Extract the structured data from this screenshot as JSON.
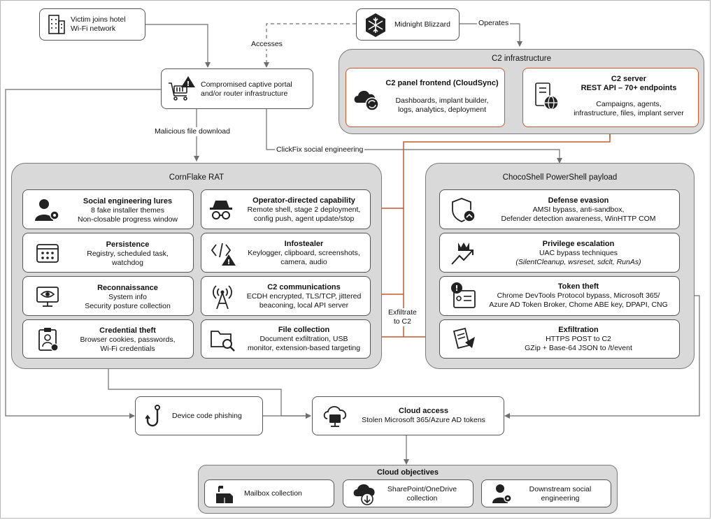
{
  "victim": {
    "line1": "Victim joins hotel",
    "line2": "Wi-Fi network"
  },
  "actor": {
    "name": "Midnight Blizzard"
  },
  "portal": {
    "line1": "Compromised captive portal",
    "line2": "and/or router infrastructure"
  },
  "edges": {
    "accesses": "Accesses",
    "operates": "Operates",
    "malicious_download": "Malicious file download",
    "clickfix": "ClickFix social engineering",
    "exfil_line1": "Exfiltrate",
    "exfil_line2": "to C2"
  },
  "c2infra": {
    "title": "C2 infrastructure",
    "panel": {
      "title": "C2 panel frontend (CloudSync)",
      "line1": "Dashboards, implant builder,",
      "line2": "logs, analytics, deployment"
    },
    "server": {
      "title1": "C2 server",
      "title2": "REST API – 70+ endpoints",
      "line1": "Campaigns, agents,",
      "line2": "infrastructure, files, implant server"
    }
  },
  "cornflake": {
    "title": "CornFlake RAT",
    "social": {
      "title": "Social engineering lures",
      "line1": "8 fake installer themes",
      "line2": "Non-closable progress window"
    },
    "persistence": {
      "title": "Persistence",
      "line1": "Registry, scheduled task,",
      "line2": "watchdog"
    },
    "recon": {
      "title": "Reconnaissance",
      "line1": "System info",
      "line2": "Security posture collection"
    },
    "credential": {
      "title": "Credential theft",
      "line1": "Browser cookies, passwords,",
      "line2": "Wi-Fi credentials"
    },
    "operator": {
      "title": "Operator-directed capability",
      "line1": "Remote shell, stage 2 deployment,",
      "line2": "config push, agent update/stop"
    },
    "infostealer": {
      "title": "Infostealer",
      "line1": "Keylogger, clipboard, screenshots,",
      "line2": "camera, audio"
    },
    "c2comm": {
      "title": "C2 communications",
      "line1": "ECDH encrypted, TLS/TCP, jittered",
      "line2": "beaconing, local API server"
    },
    "filecol": {
      "title": "File collection",
      "line1": "Document exfiltration, USB",
      "line2": "monitor, extension-based targeting"
    }
  },
  "choco": {
    "title": "ChocoShell PowerShell payload",
    "defense": {
      "title": "Defense evasion",
      "line1": "AMSI bypass, anti-sandbox,",
      "line2": "Defender detection awareness, WinHTTP COM"
    },
    "privesc": {
      "title": "Privilege escalation",
      "line1": "UAC bypass techniques",
      "line2": "(SilentCleanup, wsreset, sdclt, RunAs)"
    },
    "token": {
      "title": "Token theft",
      "line1": "Chrome DevTools Protocol bypass, Microsoft 365/",
      "line2": "Azure AD Token Broker, Chome ABE key, DPAPI, CNG"
    },
    "exfil": {
      "title": "Exfiltration",
      "line1": "HTTPS POST to C2",
      "line2": "GZip + Base-64 JSON to /t/event"
    }
  },
  "device_code": {
    "label": "Device code phishing"
  },
  "cloud_access": {
    "title": "Cloud access",
    "line1": "Stolen Microsoft 365/Azure AD tokens"
  },
  "objectives": {
    "title": "Cloud objectives",
    "mailbox": "Mailbox collection",
    "sharepoint1": "SharePoint/OneDrive",
    "sharepoint2": "collection",
    "downstream1": "Downstream social",
    "downstream2": "engineering"
  },
  "colors": {
    "accent": "#c65a2e",
    "line": "#6e6e6e",
    "group_fill": "#d9d9d9"
  }
}
